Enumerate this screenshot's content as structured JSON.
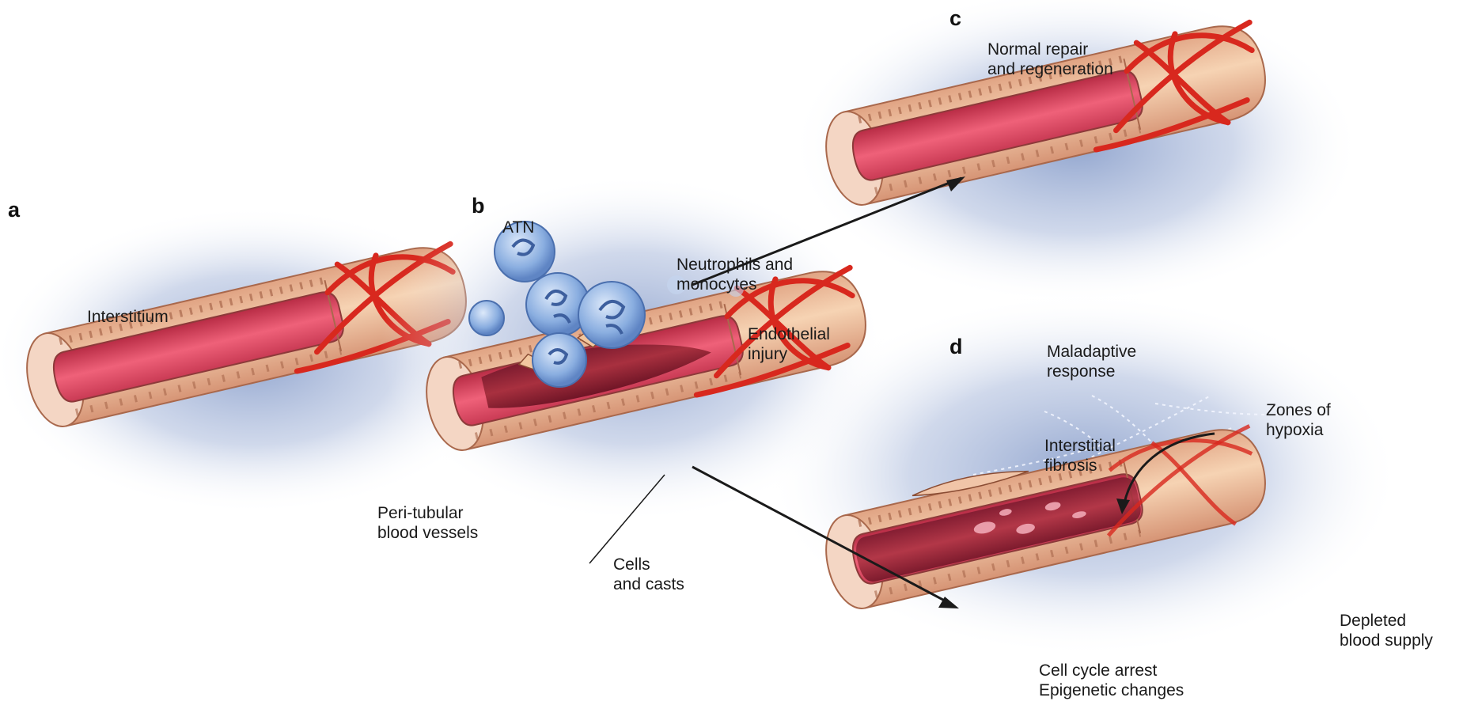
{
  "panels": {
    "a": {
      "letter": "a",
      "labels": {
        "interstitium": "Interstitium",
        "vessels": "Peri-tubular\nblood vessels"
      }
    },
    "b": {
      "letter": "b",
      "labels": {
        "atn": "ATN",
        "neutrophils": "Neutrophils and\nmonocytes",
        "endothelial": "Endothelial\ninjury",
        "casts": "Cells\nand casts"
      }
    },
    "c": {
      "letter": "c",
      "labels": {
        "repair": "Normal repair\nand regeneration"
      }
    },
    "d": {
      "letter": "d",
      "labels": {
        "maladaptive": "Maladaptive\nresponse",
        "hypoxia": "Zones of\nhypoxia",
        "fibrosis": "Interstitial\nfibrosis",
        "depleted": "Depleted\nblood supply",
        "arrest": "Cell cycle arrest\nEpigenetic changes"
      }
    }
  },
  "colors": {
    "lumen": "#e0455e",
    "tubule_wall": "#f0c7a3",
    "tubule_outer": "#e3a98a",
    "vessel": "#d8281e",
    "halo": "#7f96c6",
    "cell_blue": "#8aaee0",
    "cast_dark": "#6a1424"
  }
}
